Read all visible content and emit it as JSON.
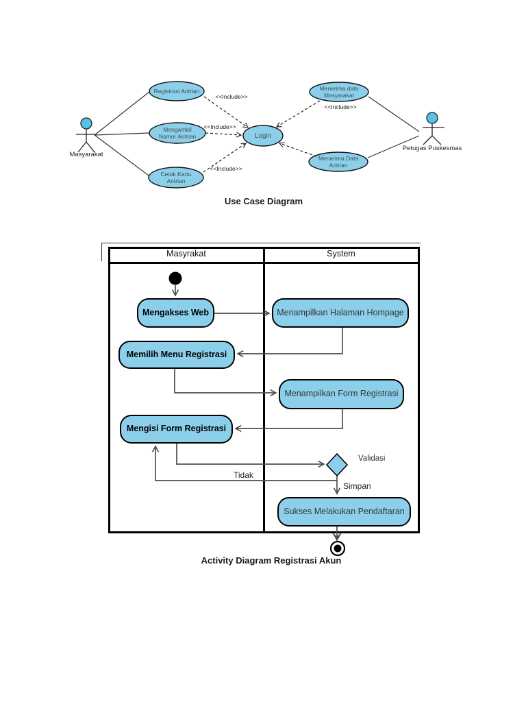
{
  "use_case": {
    "caption": "Use Case Diagram",
    "actor_left": "Masyarakat",
    "actor_right": "Petugas Puskesmas",
    "include_label": "<<Include>>",
    "nodes": {
      "registrasi": "Registrasi Antrian",
      "mengambil": "Mengambil Nomor Antrian",
      "cetak": "Cetak Kartu Antrian",
      "login": "Login",
      "menerima_masyarakat": "Menerima data Masyarakat",
      "menerima_antrian": "Menerima Data Antrian"
    }
  },
  "activity": {
    "caption": "Activity Diagram Registrasi Akun",
    "lane_left": "Masyrakat",
    "lane_right": "System",
    "nodes": {
      "mengakses": "Mengakses Web",
      "hompage": "Menampilkan Halaman Hompage",
      "memilih": "Memilih Menu Registrasi",
      "form": "Menampilkan Form Registrasi",
      "mengisi": "Mengisi Form Registrasi",
      "sukses": "Sukses Melakukan Pendaftaran"
    },
    "labels": {
      "validasi": "Validasi",
      "tidak": "Tidak",
      "simpan": "Simpan"
    }
  },
  "colors": {
    "node_fill": "#8CCFEA",
    "actor_head_fill": "#55C2E9",
    "line": "#333333",
    "border": "#000000"
  }
}
